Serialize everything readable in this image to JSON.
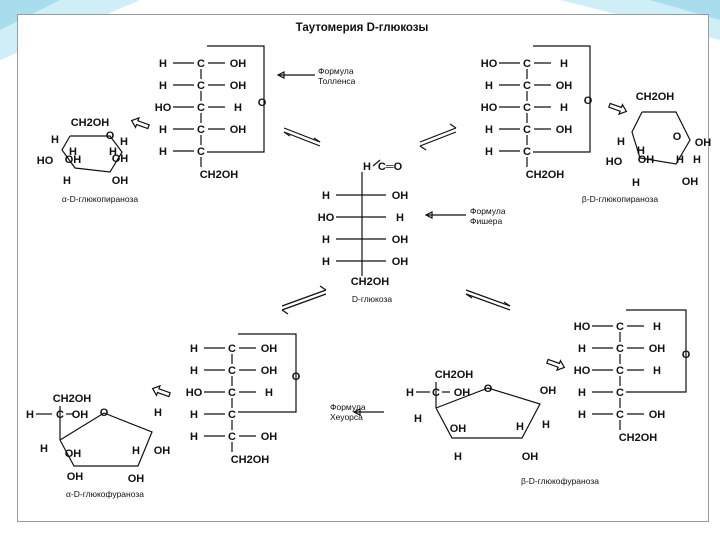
{
  "title": "Таутомерия D-глюкозы",
  "labels": {
    "tollens": "Формула\nТолленса",
    "fischer": "Формула\nФишера",
    "haworth": "Формула\nХеуорса",
    "d_glucose": "D-глюкоза",
    "alpha_pyranose": "α-D-глюкопираноза",
    "beta_pyranose": "β-D-глюкопираноза",
    "alpha_furanose": "α-D-глюкофураноза",
    "beta_furanose": "β-D-глюкофураноза"
  },
  "atoms": {
    "H": "H",
    "C": "C",
    "O": "O",
    "OH": "OH",
    "HO": "HO",
    "CH2OH": "CH2OH",
    "CH2OH_alt": "CH2OH",
    "C_double_O": "C═O",
    "H_C_double": "H"
  }
}
